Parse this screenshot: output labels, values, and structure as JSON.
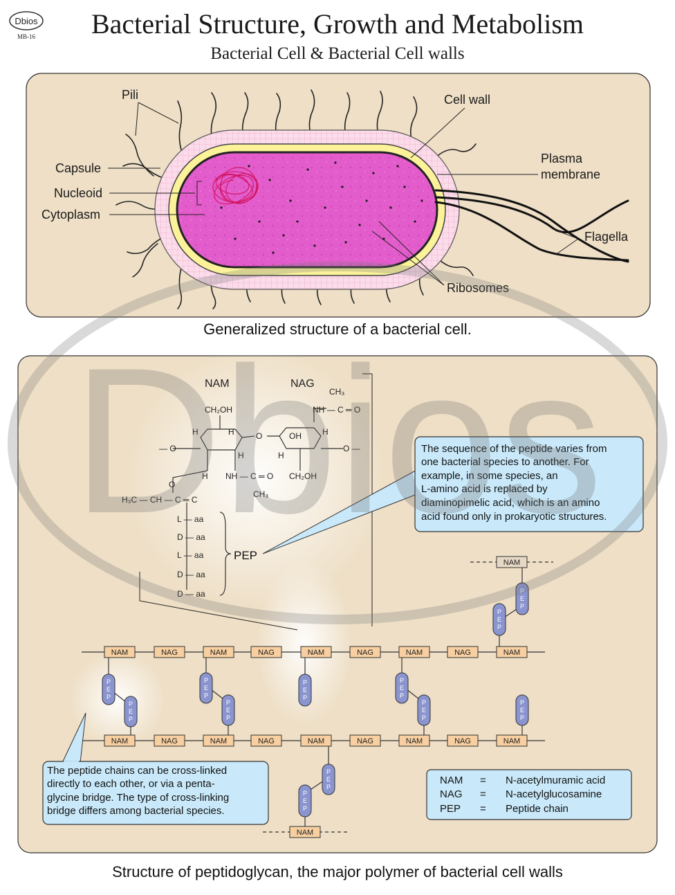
{
  "header": {
    "logo_text": "Dbios",
    "code": "MB-16",
    "title": "Bacterial Structure, Growth and Metabolism",
    "subtitle": "Bacterial Cell & Bacterial Cell walls"
  },
  "cell_diagram": {
    "labels": {
      "pili": "Pili",
      "capsule": "Capsule",
      "nucleoid": "Nucleoid",
      "cytoplasm": "Cytoplasm",
      "cell_wall": "Cell wall",
      "plasma_line1": "Plasma",
      "plasma_line2": "membrane",
      "flagella": "Flagella",
      "ribosomes": "Ribosomes"
    },
    "caption": "Generalized structure of a bacterial cell."
  },
  "peptidoglycan": {
    "nam_header": "NAM",
    "nag_header": "NAG",
    "chem": {
      "ch2oh": "CH₂OH",
      "ch3": "CH₃",
      "nh_c_o_top": "NH — C ═ O",
      "nh_c_o_mid": "NH — C ═ O",
      "oh": "OH",
      "ch2oh_b": "CH₂OH",
      "ch3_b": "CH₃",
      "h3c_row": "H₃C — CH — C ═ C",
      "o_link": "O",
      "o_left": "— O",
      "o_right": "O —",
      "h": "H",
      "o": "O"
    },
    "peptide_chain": [
      "L — aa",
      "D — aa",
      "L — aa",
      "D — aa",
      "D — aa"
    ],
    "pep_label": "PEP",
    "note_top": [
      "The sequence of the peptide varies from",
      "one bacterial species to another. For",
      "example, in some species, an",
      "L-amino acid is replaced by",
      "diaminopimelic acid, which is an amino",
      "acid found only in prokaryotic structures."
    ],
    "note_bottom": [
      "The peptide chains can be cross-linked",
      "directly to each other, or via a penta-",
      "glycine bridge. The type of cross-linking",
      "bridge differs among bacterial species."
    ],
    "top_row": [
      "NAM",
      "NAG",
      "NAM",
      "NAG",
      "NAM",
      "NAG",
      "NAM",
      "NAG",
      "NAM"
    ],
    "bottom_row": [
      "NAM",
      "NAG",
      "NAM",
      "NAG",
      "NAM",
      "NAG",
      "NAM",
      "NAG",
      "NAM"
    ],
    "extra_nam_top": "NAM",
    "extra_nam_bottom": "NAM",
    "pep_block": "P E P",
    "legend": [
      {
        "abbr": "NAM",
        "eq": "=",
        "full": "N-acetylmuramic acid"
      },
      {
        "abbr": "NAG",
        "eq": "=",
        "full": "N-acetylglucosamine"
      },
      {
        "abbr": "PEP",
        "eq": "=",
        "full": "Peptide chain"
      }
    ],
    "caption": "Structure of peptidoglycan, the major polymer of bacterial cell walls"
  },
  "colors": {
    "panel": "#eedfc6",
    "capsule": "#f8d2e4",
    "wall": "#fbf29a",
    "cytoplasm": "#e457c9",
    "nucleoid": "#d8166a",
    "callout": "#c9e9fa",
    "nam_box": "#f7cfa0",
    "pep": "#8a94cf"
  }
}
